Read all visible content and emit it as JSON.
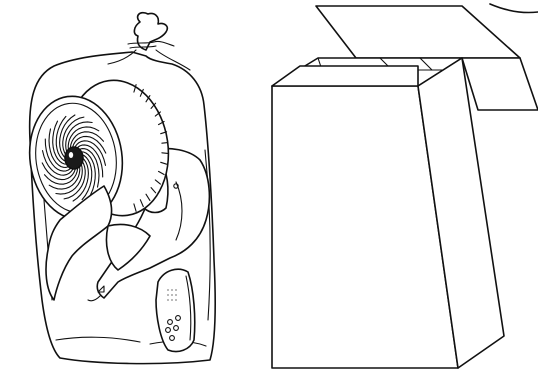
{
  "illustration": {
    "items": [
      {
        "id": "bagged-fan",
        "icon": "fan-in-plastic-bag"
      },
      {
        "id": "cardboard-box",
        "icon": "open-carton"
      }
    ],
    "line_color": "#111111",
    "background_color": "#ffffff"
  }
}
